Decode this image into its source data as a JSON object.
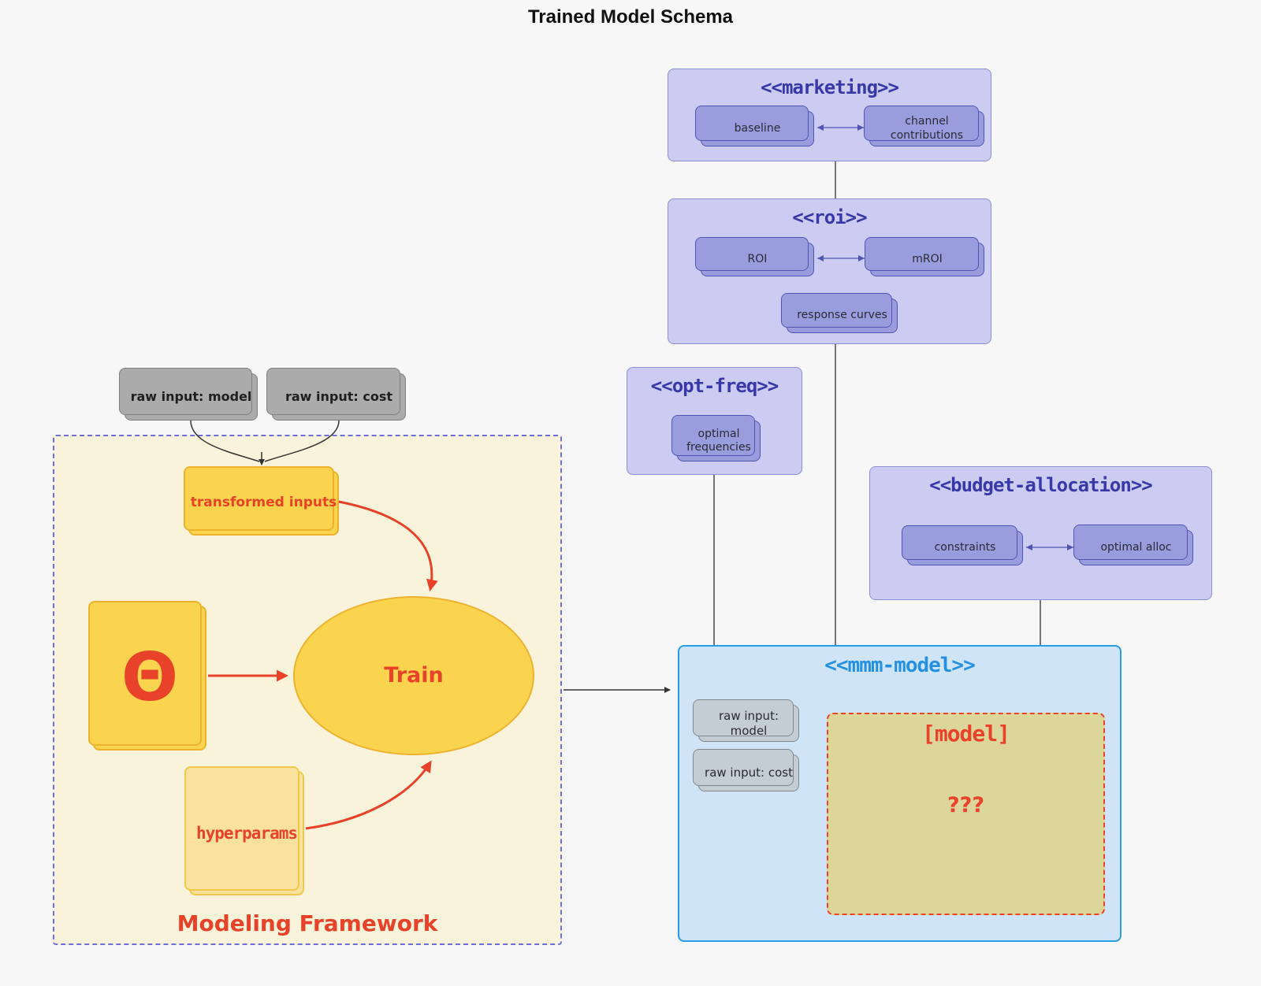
{
  "title": "Trained Model Schema",
  "colors": {
    "accent_red": "#e8432a",
    "purple_container_bg": "#ccccf2",
    "purple_node_bg": "#999dde",
    "purple_title": "#3838a8",
    "blue_container_bg": "#cfe5f7",
    "blue_border": "#299ee6",
    "blue_title": "#2590e2",
    "yellow_node_bg": "#fbd44f",
    "yellow_light_bg": "#fae29e",
    "gray_node_bg": "#ababab",
    "framework_bg": "#faf3dc",
    "model_box_bg": "#ddd69b"
  },
  "containers": {
    "marketing": {
      "title": "<<marketing>>",
      "baseline": "baseline",
      "channel_contributions": "channel contributions"
    },
    "roi": {
      "title": "<<roi>>",
      "roi": "ROI",
      "mroi": "mROI",
      "response_curves": "response curves"
    },
    "opt_freq": {
      "title": "<<opt-freq>>",
      "optimal_frequencies": "optimal frequencies"
    },
    "budget_allocation": {
      "title": "<<budget-allocation>>",
      "constraints": "constraints",
      "optimal_alloc": "optimal alloc"
    },
    "mmm_model": {
      "title": "<<mmm-model>>",
      "raw_input_model": "raw input: model",
      "raw_input_cost": "raw input: cost",
      "model_label": "[model]",
      "model_placeholder": "???"
    }
  },
  "framework": {
    "label": "Modeling Framework",
    "raw_input_model": "raw input: model",
    "raw_input_cost": "raw input: cost",
    "transformed_inputs": "transformed inputs",
    "theta": "Θ",
    "train": "Train",
    "hyperparams": "hyperparams"
  }
}
